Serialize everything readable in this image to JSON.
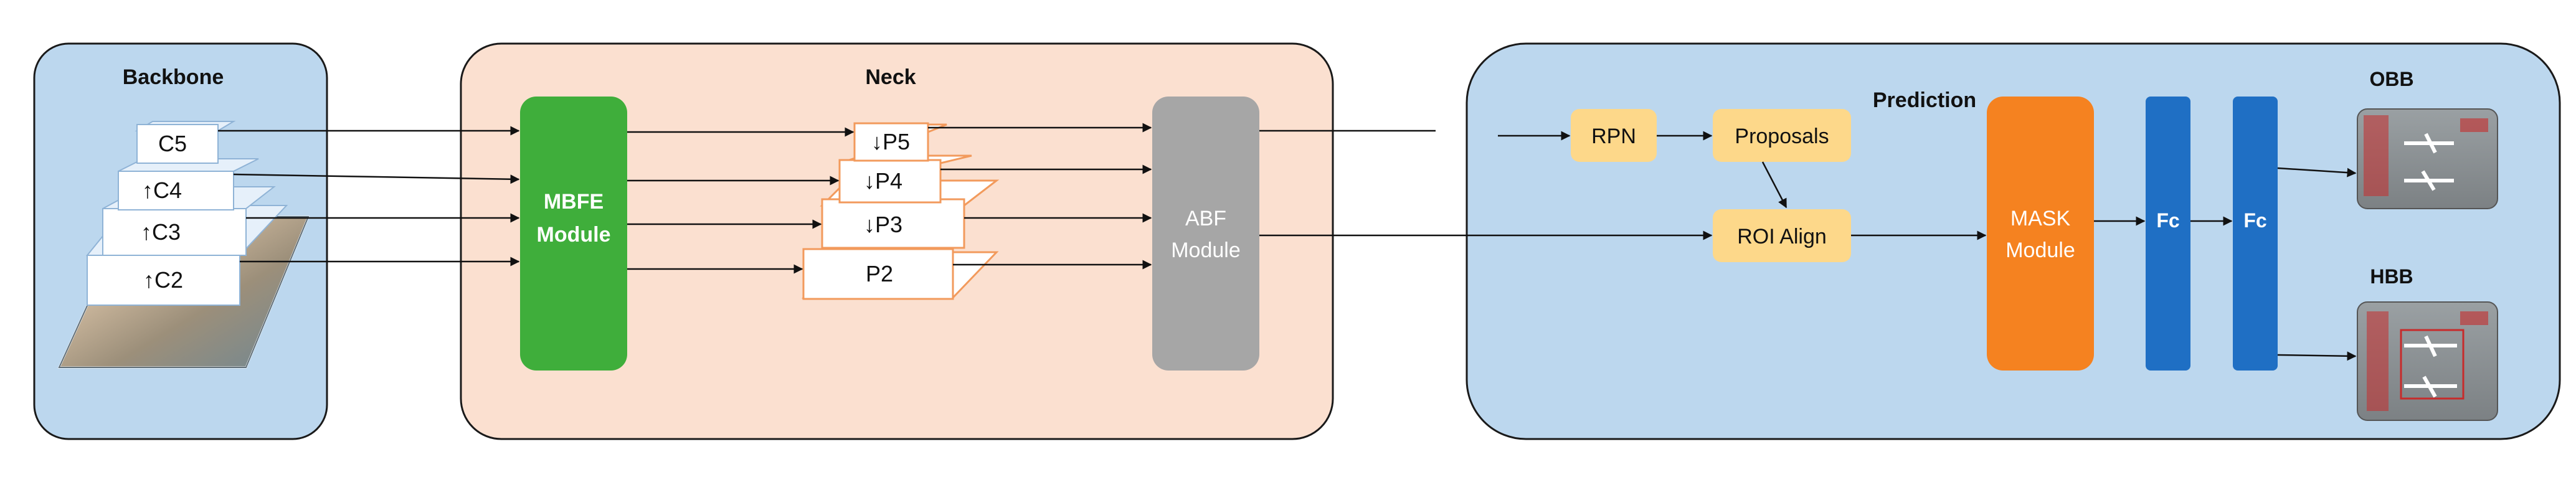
{
  "backbone": {
    "title": "Backbone",
    "layers": [
      "C5",
      "↑C4",
      "↑C3",
      "↑C2"
    ]
  },
  "neck": {
    "title": "Neck",
    "mbfe": [
      "MBFE",
      "Module"
    ],
    "pyramid": [
      "↓P5",
      "↓P4",
      "↓P3",
      "P2"
    ],
    "abf": [
      "ABF",
      "Module"
    ]
  },
  "prediction": {
    "title": "Prediction",
    "rpn": "RPN",
    "proposals": "Proposals",
    "roi_align": "ROI Align",
    "mask": [
      "MASK",
      "Module"
    ],
    "fc1": "Fc",
    "fc2": "Fc",
    "obb": "OBB",
    "hbb": "HBB"
  },
  "colors": {
    "panel_blue": "#bcd7ee",
    "panel_peach": "#fbe0d0",
    "mbfe_green": "#3fae3b",
    "abf_gray": "#a6a6a6",
    "proposal_yellow": "#fdd88a",
    "mask_orange": "#f58220",
    "fc_blue": "#1f6fc4"
  }
}
